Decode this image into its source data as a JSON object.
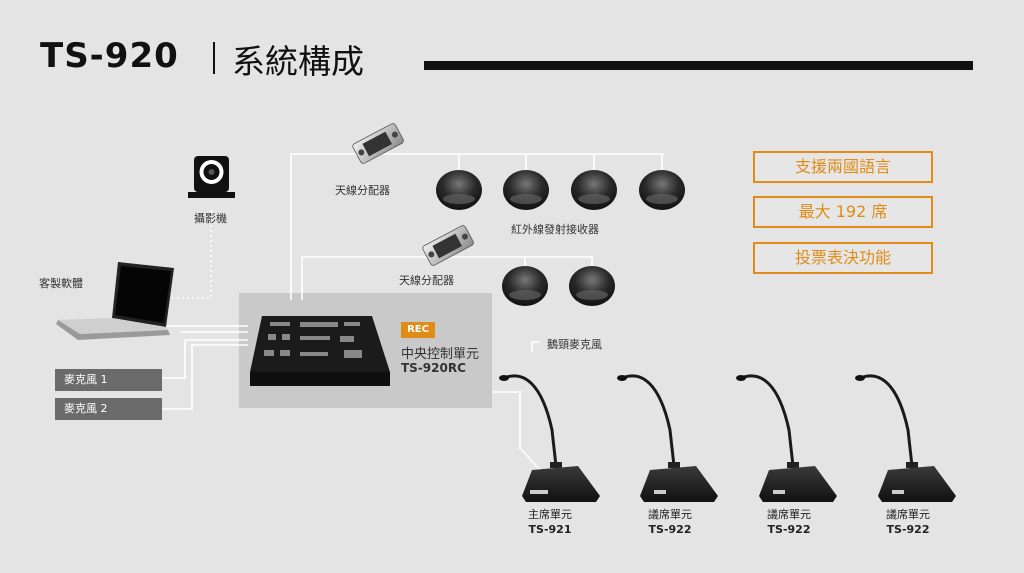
{
  "header": {
    "title": "TS-920",
    "subtitle": "系統構成"
  },
  "labels": {
    "camera": "攝影機",
    "software": "客製軟體",
    "antenna_1": "天線分配器",
    "antenna_2": "天線分配器",
    "ir_receivers": "紅外線發射接收器",
    "gooseneck_mic": "鵝頸麥克風"
  },
  "controller": {
    "badge": "REC",
    "name": "中央控制單元",
    "model": "TS-920RC"
  },
  "mic_inputs": [
    "麥克風 1",
    "麥克風 2"
  ],
  "features": [
    "支援兩國語言",
    "最大 192 席",
    "投票表決功能"
  ],
  "units": [
    {
      "name": "主席單元",
      "model": "TS-921"
    },
    {
      "name": "議席單元",
      "model": "TS-922"
    },
    {
      "name": "議席單元",
      "model": "TS-922"
    },
    {
      "name": "議席單元",
      "model": "TS-922"
    }
  ],
  "colors": {
    "accent": "#e08c16",
    "background": "#e4e4e4",
    "dark": "#111111",
    "mic_label_bg": "#6b6b6b",
    "controller_bg": "#c9c9c9"
  }
}
